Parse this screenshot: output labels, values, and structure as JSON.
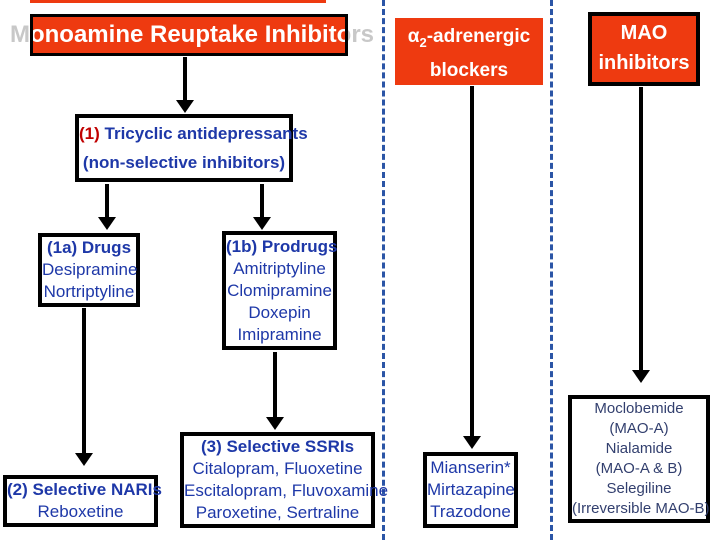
{
  "colors": {
    "header_red": "#ee3a10",
    "drug_blue": "#1e38a8",
    "mao_navy": "#323f6e",
    "label_red": "#c00000",
    "divider_blue": "#2b55a6",
    "title_overflow_gray": "#c8c8c8"
  },
  "title": "Monoamine Reuptake Inhibitors",
  "alpha_header": {
    "alpha": "α",
    "sub": "2",
    "rest": "-adrenergic",
    "line2": "blockers"
  },
  "mao_header": {
    "line1": "MAO",
    "line2": "inhibitors"
  },
  "tricyclic": {
    "num": "(1)",
    "name": " Tricyclic antidepressants",
    "subtitle": "(non-selective inhibitors)"
  },
  "group_1a": {
    "title": "(1a) Drugs",
    "drugs": [
      "Desipramine",
      "Nortriptyline"
    ]
  },
  "group_1b": {
    "title": "(1b) Prodrugs",
    "drugs": [
      "Amitriptyline",
      "Clomipramine",
      "Doxepin",
      "Imipramine"
    ]
  },
  "group_2": {
    "title": "(2) Selective NARIs",
    "drugs": [
      "Reboxetine"
    ]
  },
  "group_3": {
    "title": "(3) Selective SSRIs",
    "drugs": [
      "Citalopram, Fluoxetine",
      "Escitalopram, Fluvoxamine",
      "Paroxetine, Sertraline"
    ]
  },
  "alpha_drugs": [
    "Mianserin*",
    "Mirtazapine",
    "Trazodone"
  ],
  "mao_drugs": [
    "Moclobemide",
    "(MAO-A)",
    "Nialamide",
    "(MAO-A & B)",
    "Selegiline",
    "(Irreversible MAO-B)"
  ]
}
